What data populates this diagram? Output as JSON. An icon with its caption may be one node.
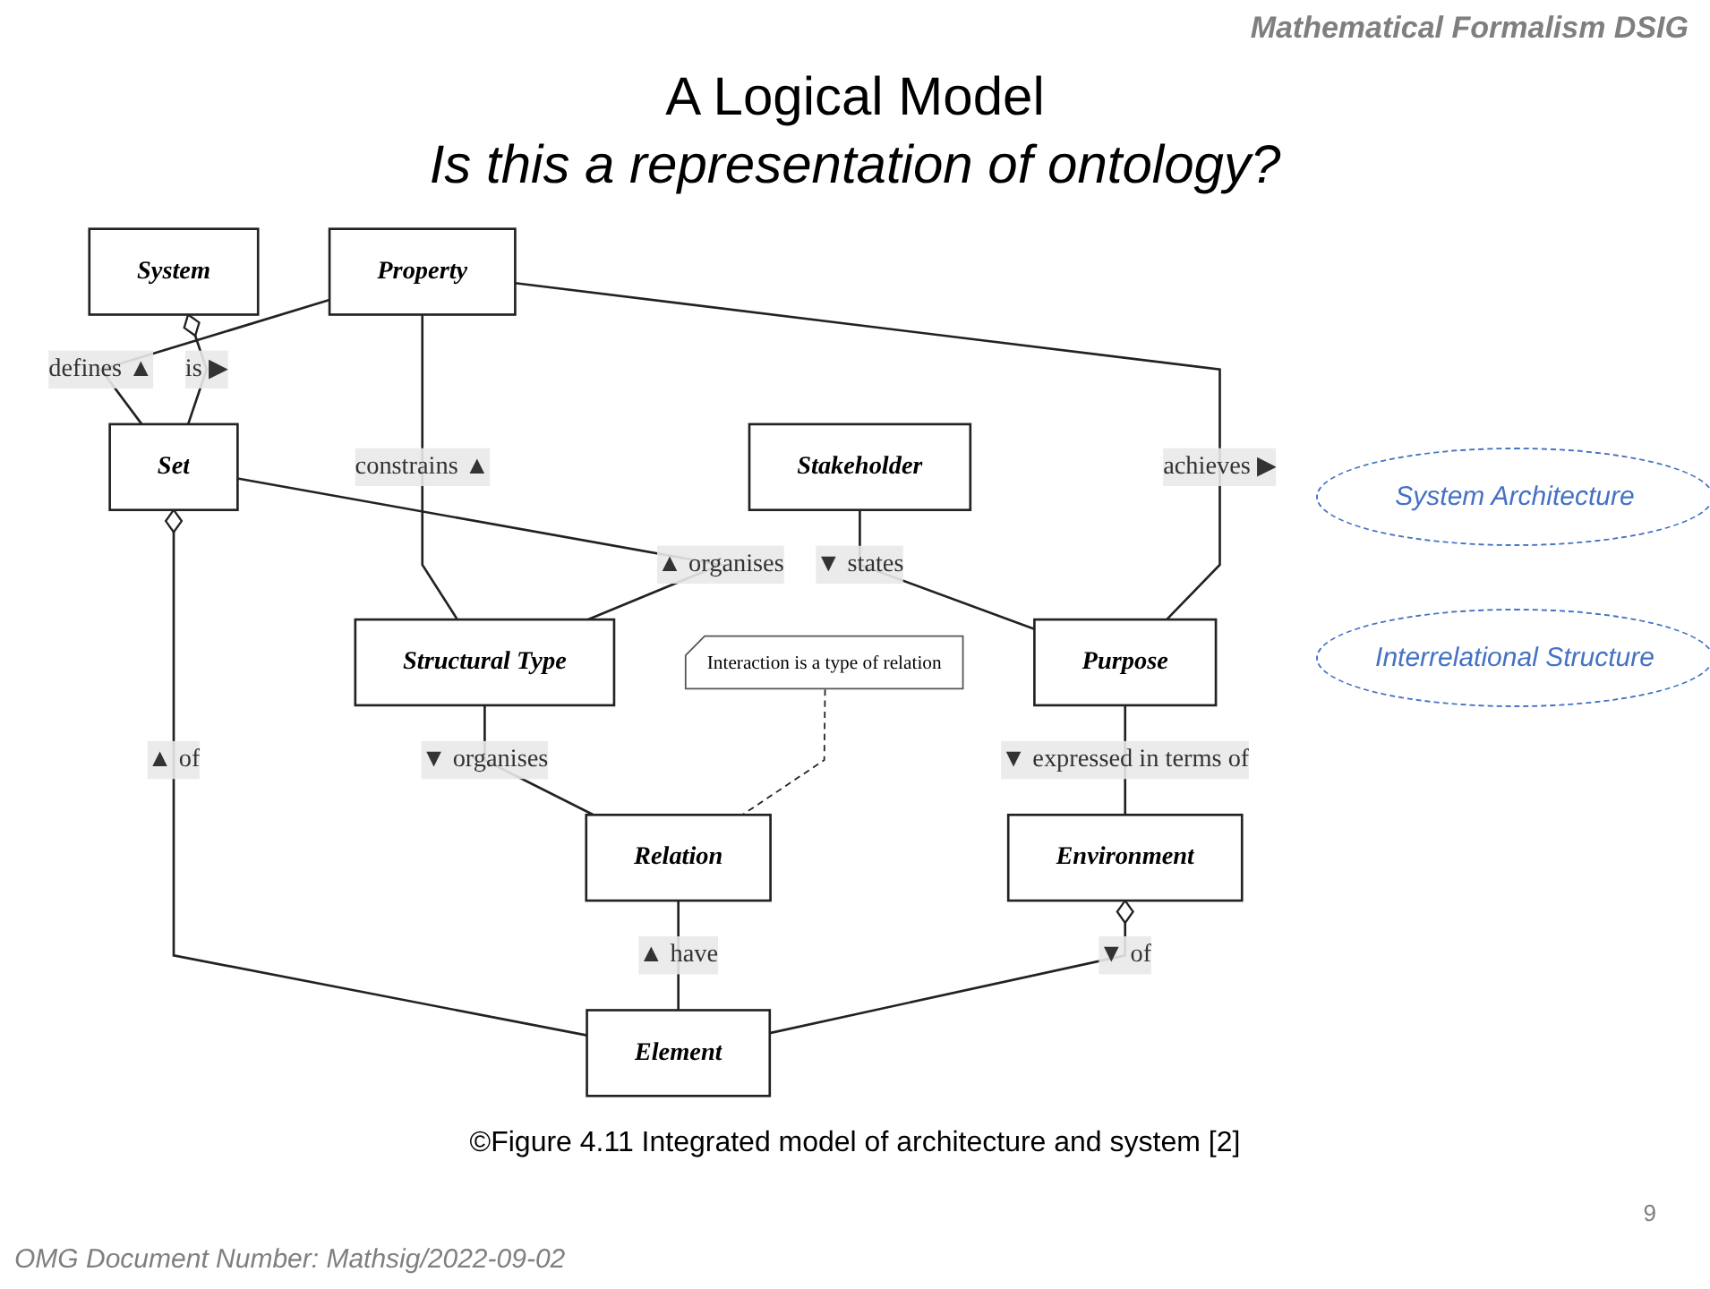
{
  "diagram": {
    "title": "A Logical Model",
    "caption": "©Figure 4.11 Integrated model of architecture and system [2]",
    "nodes": [
      {
        "text": [
          "Stakeholder"
        ]
      },
      {
        "text": [
          "Property"
        ]
      },
      {
        "text": [
          "Purpose"
        ]
      },
      {
        "text": [
          "Structural Type"
        ]
      },
      {
        "text": [
          "Interaction is a type of relation"
        ]
      },
      {
        "text": [
          "System"
        ]
      },
      {
        "text": [
          "Set"
        ]
      },
      {
        "text": [
          "Relation"
        ]
      },
      {
        "text": [
          "Environment"
        ]
      },
      {
        "text": [
          "Element"
        ]
      }
    ],
    "edges": [
      {
        "from": 0,
        "to": 2,
        "arrow": "none",
        "label": "▼ states"
      },
      {
        "from": 1,
        "to": 2,
        "arrow": "none",
        "label": "achieves ▶"
      },
      {
        "from": 1,
        "to": 3,
        "arrow": "none",
        "label": "constrains ▲"
      },
      {
        "from": 1,
        "to": 6,
        "arrow": "none",
        "label": "defines ▲"
      },
      {
        "from": 6,
        "to": 3,
        "arrow": "none",
        "label": "▲ organises"
      },
      {
        "from": 5,
        "to": 6,
        "arrow": "other",
        "label": "is ▶"
      },
      {
        "from": 3,
        "to": 7,
        "arrow": "none",
        "label": "▼ organises"
      },
      {
        "from": 4,
        "to": 7,
        "arrow": "none",
        "style": "dashed"
      },
      {
        "from": 2,
        "to": 8,
        "arrow": "none",
        "label": "▼ expressed in terms of"
      },
      {
        "from": 6,
        "to": 9,
        "arrow": "other",
        "label": "▲ of"
      },
      {
        "from": 7,
        "to": 9,
        "arrow": "none",
        "label": "▲ have"
      },
      {
        "from": 8,
        "to": 9,
        "arrow": "other",
        "label": "▼ of"
      }
    ],
    "labels": [
      "Mathematical Formalism DSIG",
      "Is this a representation of ontology?",
      "System Architecture",
      "Interrelational Structure",
      "OMG Document Number: Mathsig/2022-09-02",
      "9"
    ]
  }
}
